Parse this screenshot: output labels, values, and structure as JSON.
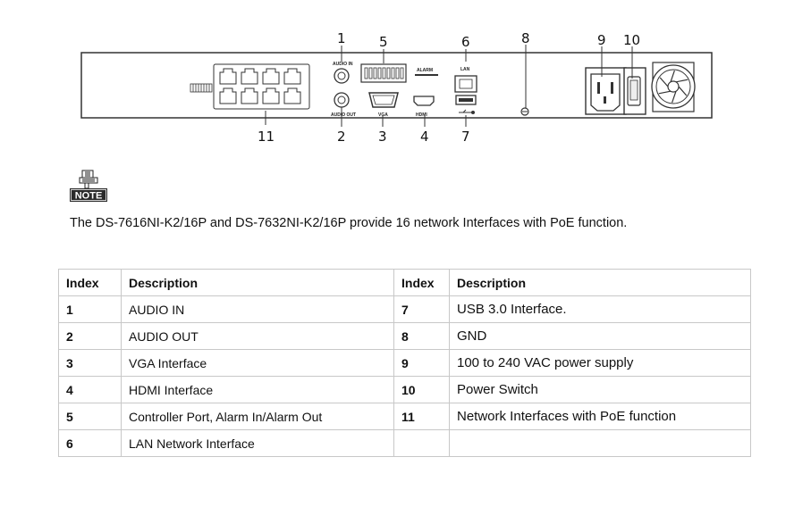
{
  "diagram": {
    "callouts": [
      "1",
      "2",
      "3",
      "4",
      "5",
      "6",
      "7",
      "8",
      "9",
      "10",
      "11"
    ],
    "port_labels": {
      "audio_in": "AUDIO IN",
      "audio_out": "AUDIO OUT",
      "vga": "VGA",
      "hdmi": "HDMI",
      "lan": "LAN",
      "alarm": "ALARM"
    }
  },
  "note": {
    "badge": "NOTE",
    "text": "The DS-7616NI-K2/16P and DS-7632NI-K2/16P provide 16 network Interfaces with PoE function."
  },
  "table": {
    "headers": [
      "Index",
      "Description",
      "Index",
      "Description"
    ],
    "rows": [
      [
        "1",
        "AUDIO IN",
        "7",
        "USB 3.0 Interface."
      ],
      [
        "2",
        "AUDIO OUT",
        "8",
        "GND"
      ],
      [
        "3",
        "VGA Interface",
        "9",
        "100 to 240 VAC power supply"
      ],
      [
        "4",
        "HDMI Interface",
        "10",
        "Power Switch"
      ],
      [
        "5",
        "Controller Port, Alarm In/Alarm Out",
        "11",
        "Network Interfaces with PoE function"
      ],
      [
        "6",
        "LAN Network Interface",
        "",
        ""
      ]
    ]
  }
}
